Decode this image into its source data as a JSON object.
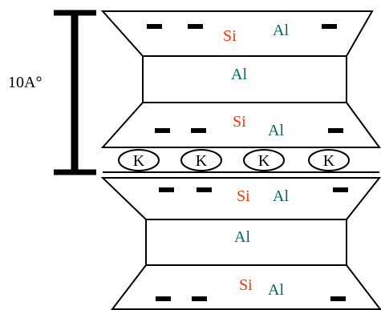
{
  "diagram": {
    "scale_label": "10A°",
    "interlayer_label": "K",
    "tetrahedral_labels": {
      "si": "Si",
      "al": "Al"
    },
    "octahedral_label": "Al",
    "colors": {
      "line": "#000000",
      "si": "#ff3300",
      "al": "#006666",
      "background": "#ffffff"
    }
  }
}
